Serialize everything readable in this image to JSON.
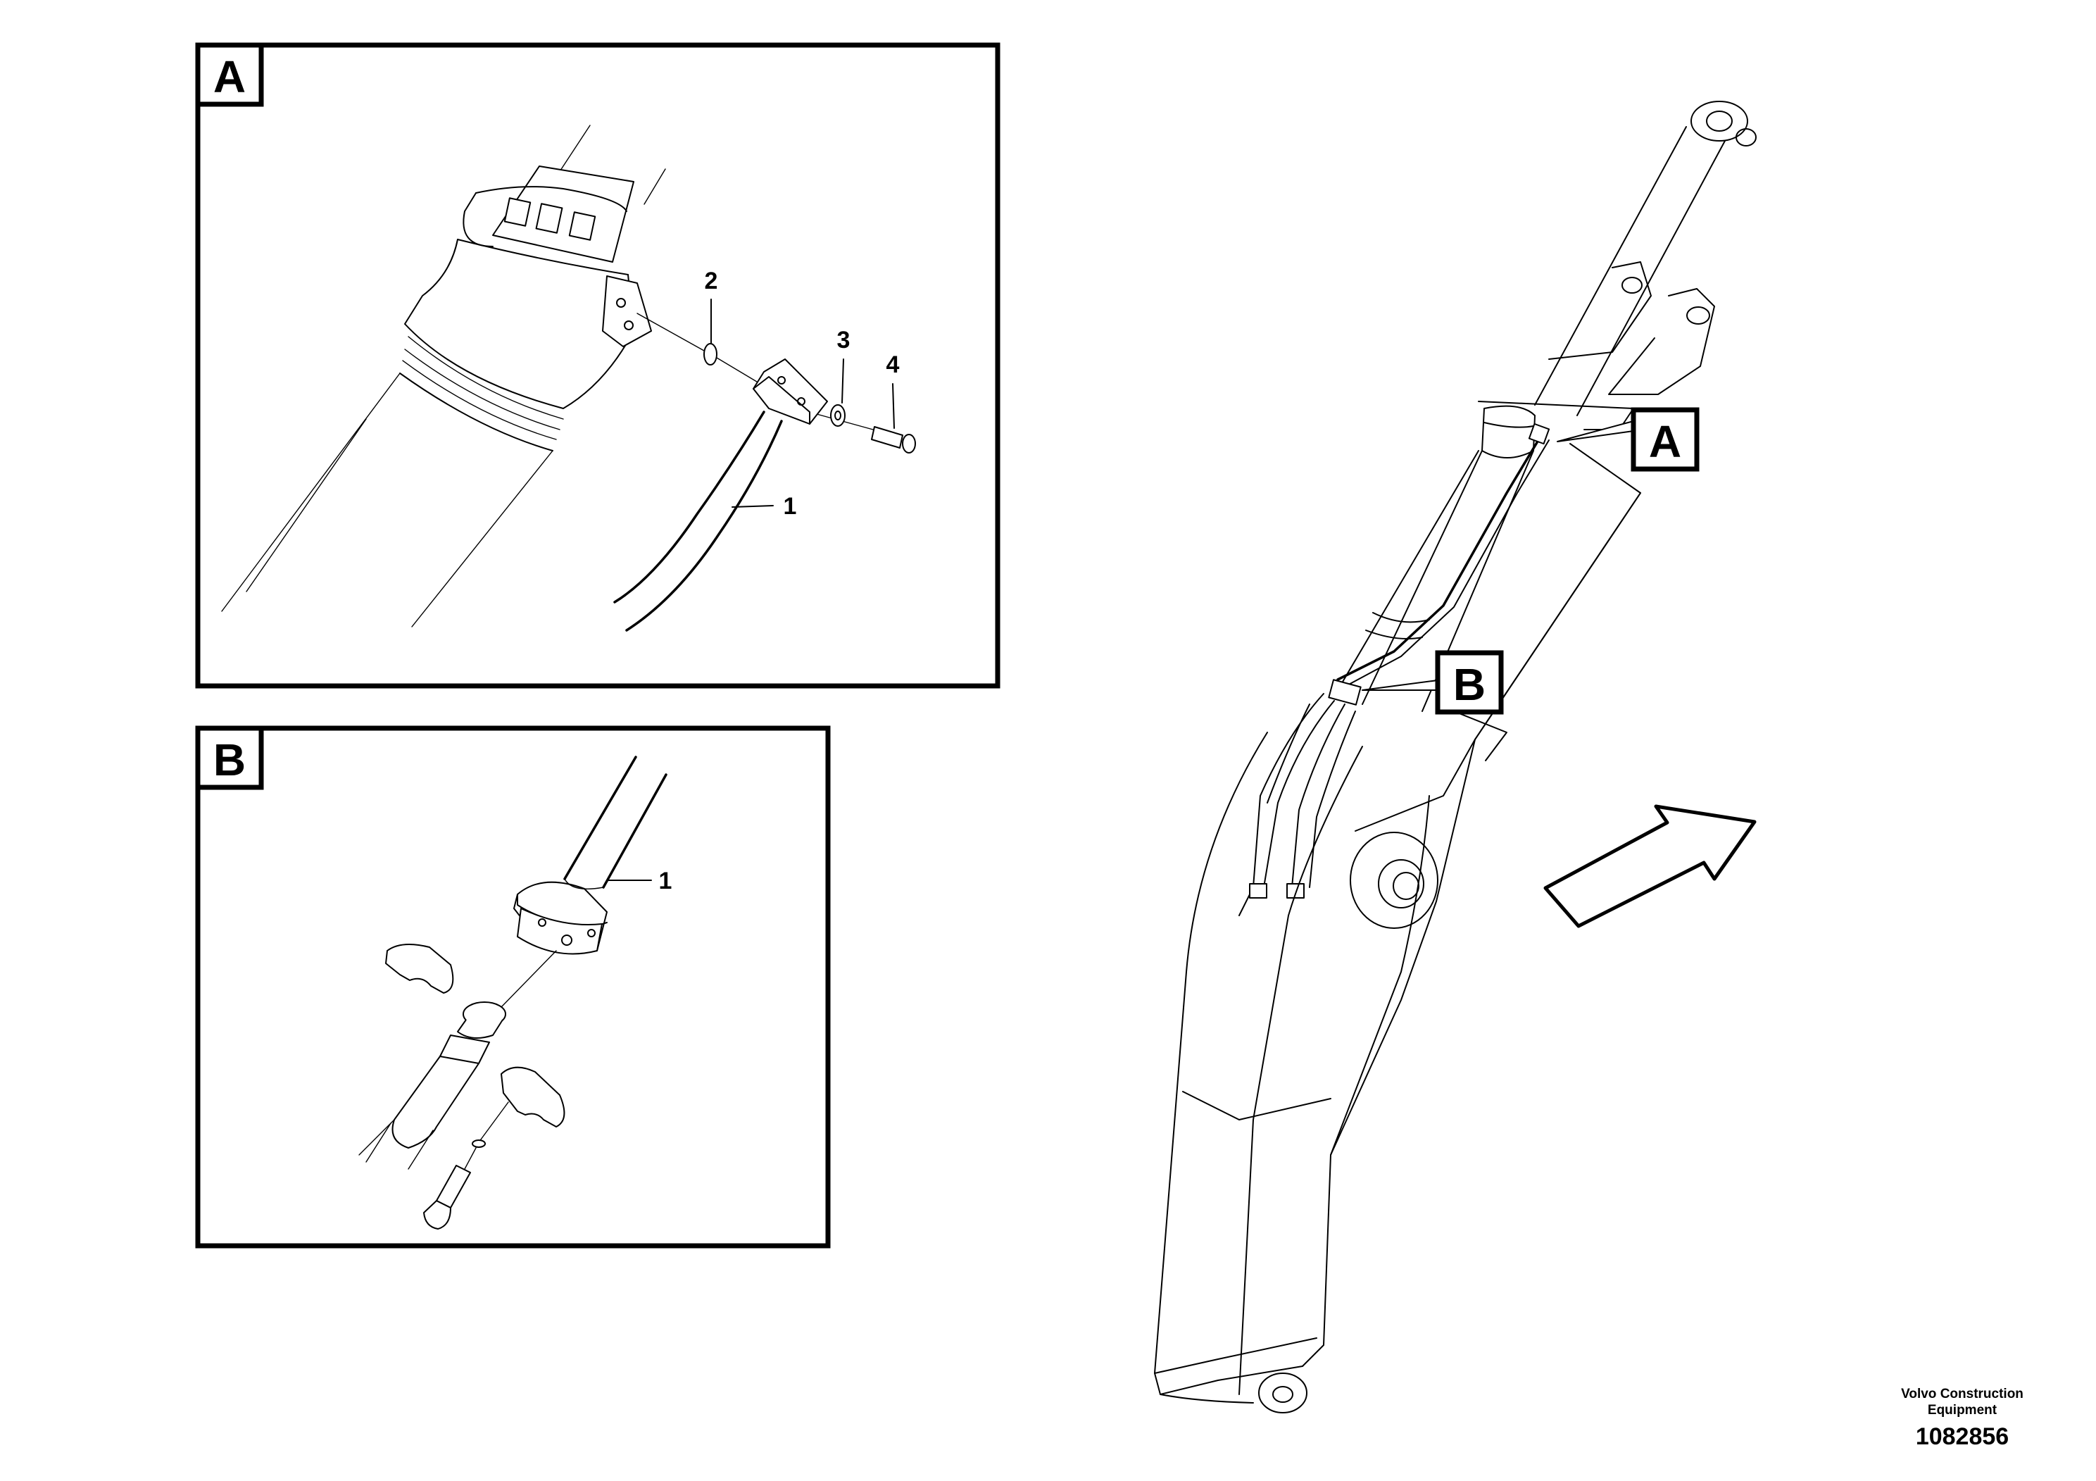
{
  "detail_a": {
    "letter": "A",
    "callouts": [
      "2",
      "3",
      "4",
      "1"
    ]
  },
  "detail_b": {
    "letter": "B",
    "callouts": [
      "1"
    ]
  },
  "overview": {
    "tag_a": "A",
    "tag_b": "B"
  },
  "credit": {
    "line1": "Volvo Construction",
    "line2": "Equipment",
    "number": "1082856"
  }
}
